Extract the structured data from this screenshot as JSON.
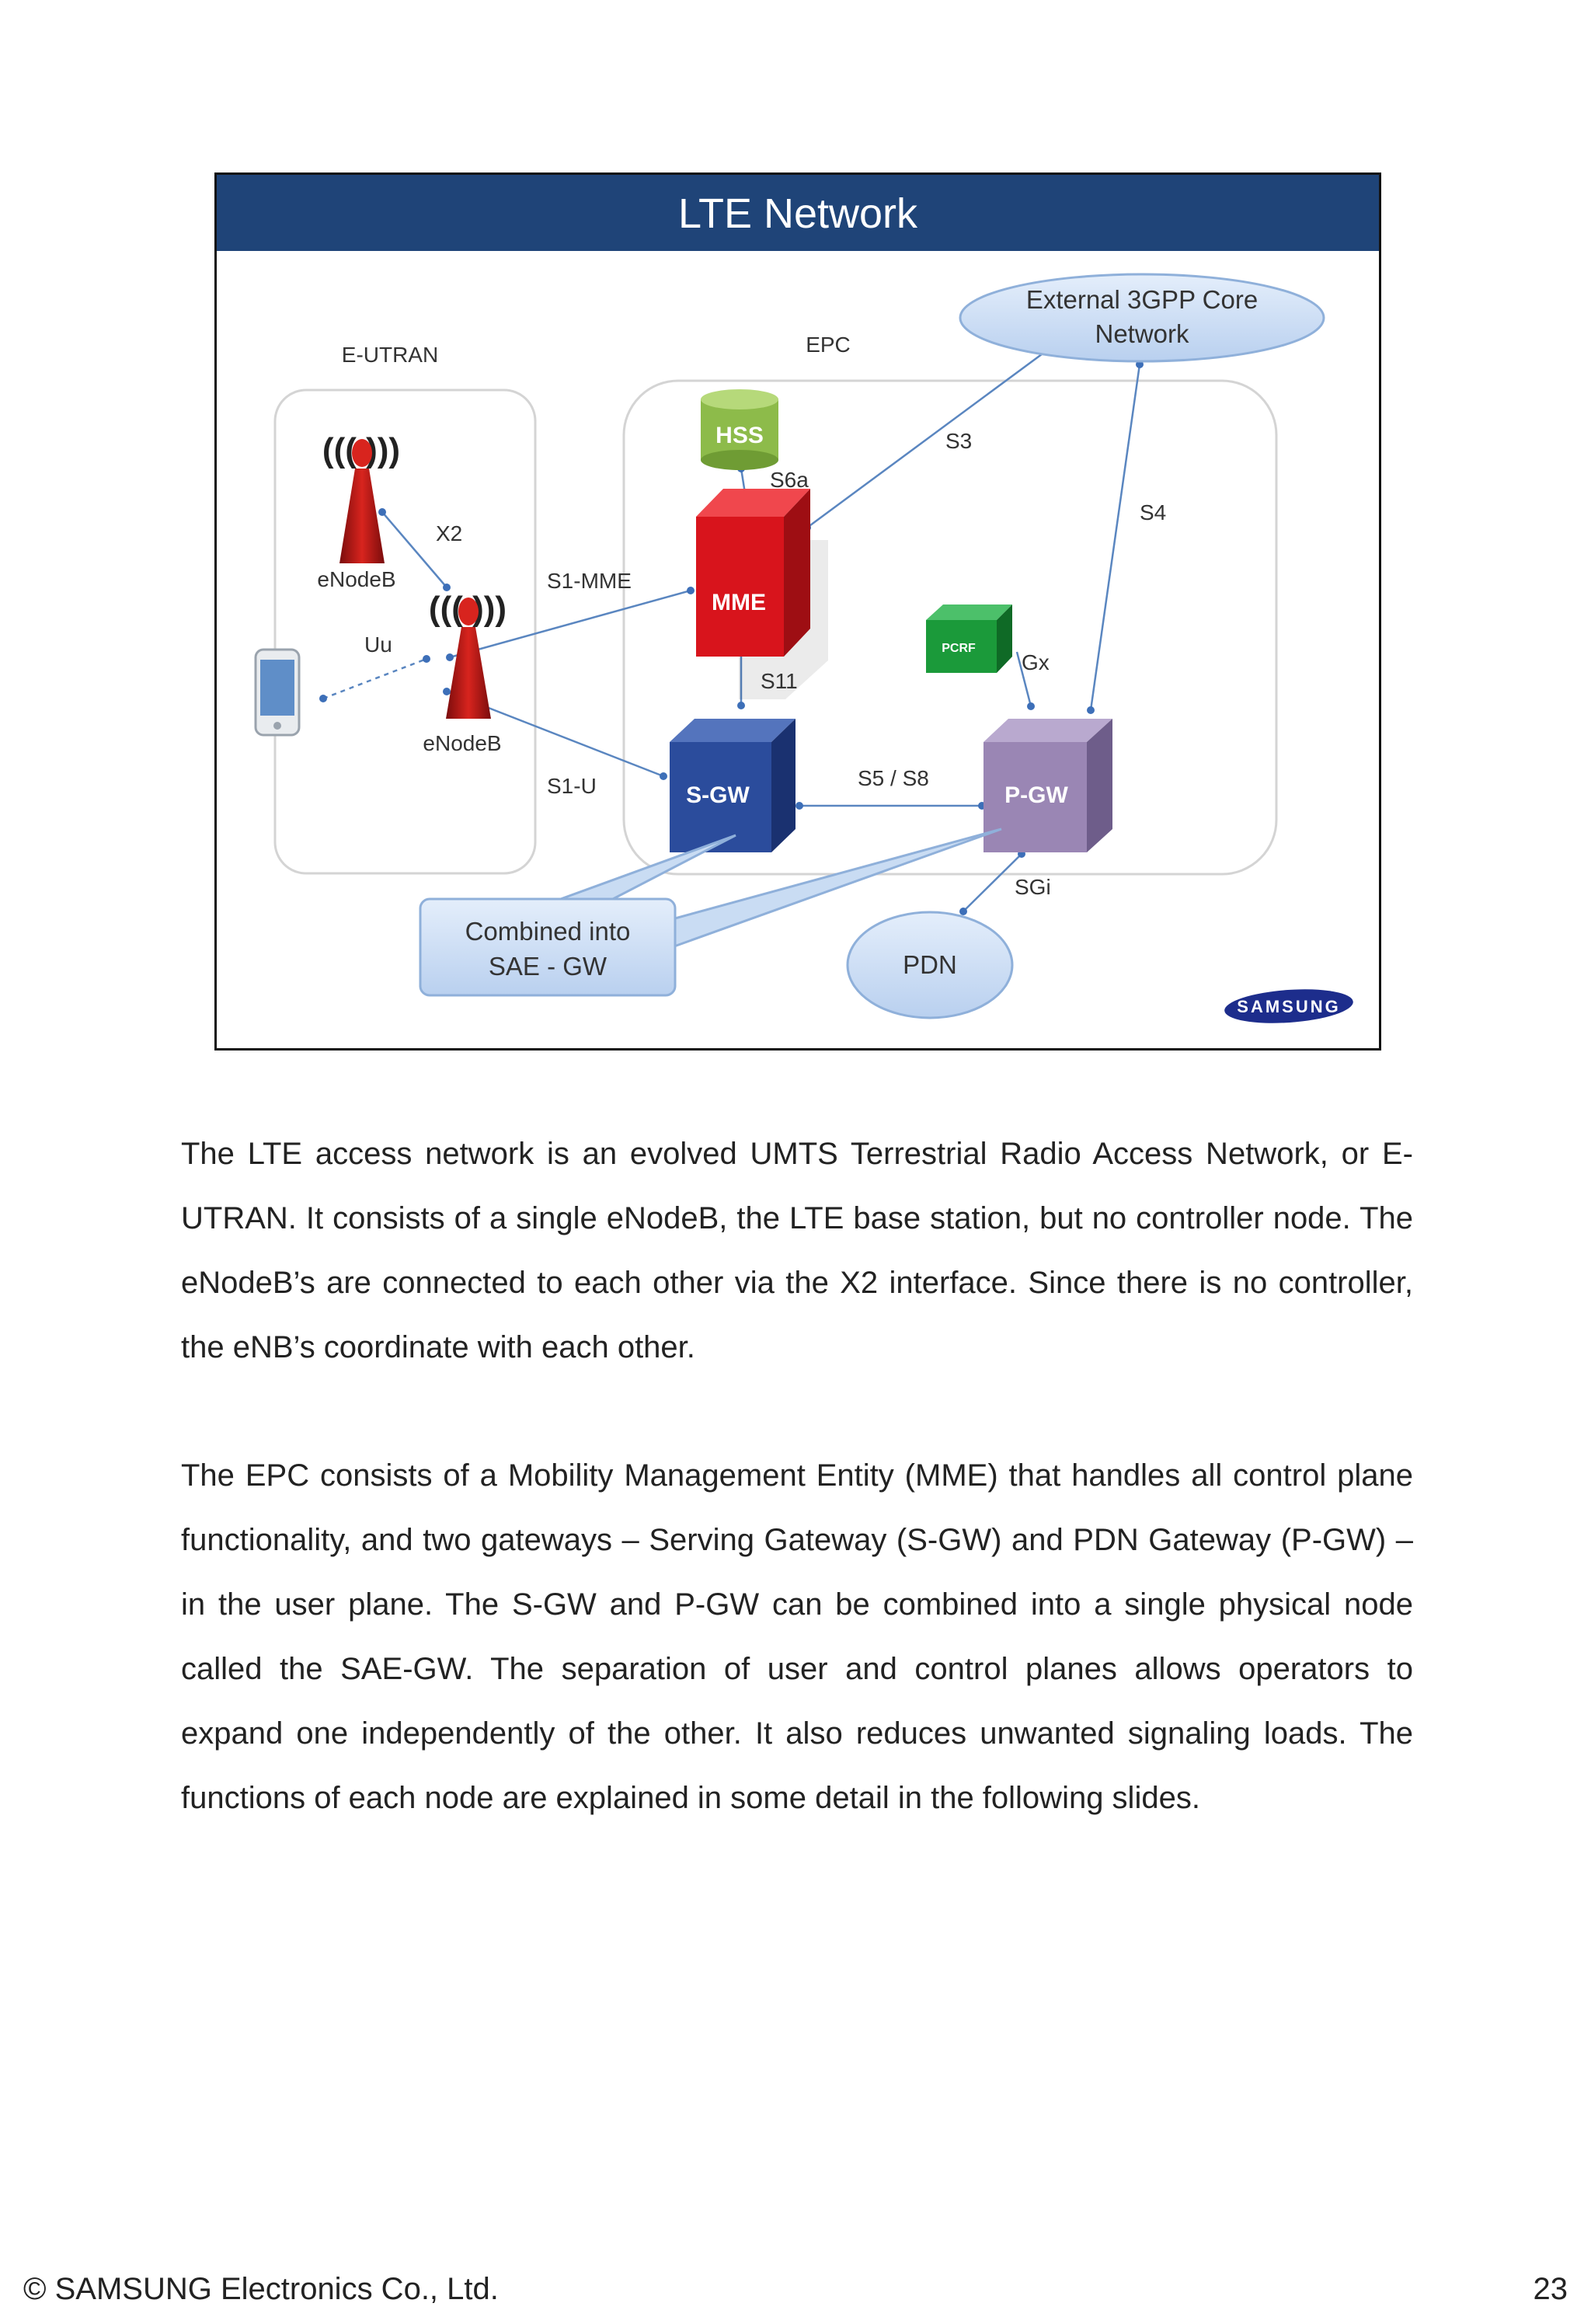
{
  "slide": {
    "title": "LTE Network",
    "region_labels": {
      "eutran": "E-UTRAN",
      "epc": "EPC"
    },
    "nodes": {
      "enodeb_top": "eNodeB",
      "enodeb_bottom": "eNodeB",
      "hss": "HSS",
      "mme": "MME",
      "pcrf": "PCRF",
      "sgw": "S-GW",
      "pgw": "P-GW",
      "external_line1": "External 3GPP Core",
      "external_line2": "Network",
      "pdn": "PDN",
      "combined_line1": "Combined into",
      "combined_line2": "SAE - GW",
      "logo": "SAMSUNG"
    },
    "interfaces": {
      "x2": "X2",
      "uu": "Uu",
      "s1mme": "S1-MME",
      "s1u": "S1-U",
      "s6a": "S6a",
      "s3": "S3",
      "s4": "S4",
      "s11": "S11",
      "s5s8": "S5 / S8",
      "gx": "Gx",
      "sgi": "SGi"
    },
    "colors": {
      "title_bar": "#1f4478",
      "hss": "#8dbb4a",
      "mme": "#d8141c",
      "pcrf": "#1b9a3a",
      "sgw": "#2b4c9c",
      "pgw": "#9a86b4",
      "bubble": "#c9dcf3",
      "line": "#5a86c0"
    }
  },
  "body": {
    "paragraph1": "The LTE access network is an evolved UMTS Terrestrial Radio Access Network, or E-UTRAN. It consists of a single eNodeB, the LTE base station, but no controller node. The eNodeB’s are connected to each other via the X2 interface. Since there is no controller, the eNB’s coordinate with each other.",
    "paragraph2": "The EPC consists of a Mobility Management Entity (MME) that handles all control plane functionality, and two gateways – Serving Gateway (S-GW) and PDN Gateway (P-GW) – in the user plane. The S-GW and P-GW can be combined into a single physical node called the SAE-GW. The separation of user and control planes allows operators to expand one independently of the other. It also reduces unwanted signaling loads. The functions of each node are explained in some detail in the following slides."
  },
  "footer": {
    "copyright": "© SAMSUNG Electronics Co., Ltd.",
    "page_number": "23"
  }
}
